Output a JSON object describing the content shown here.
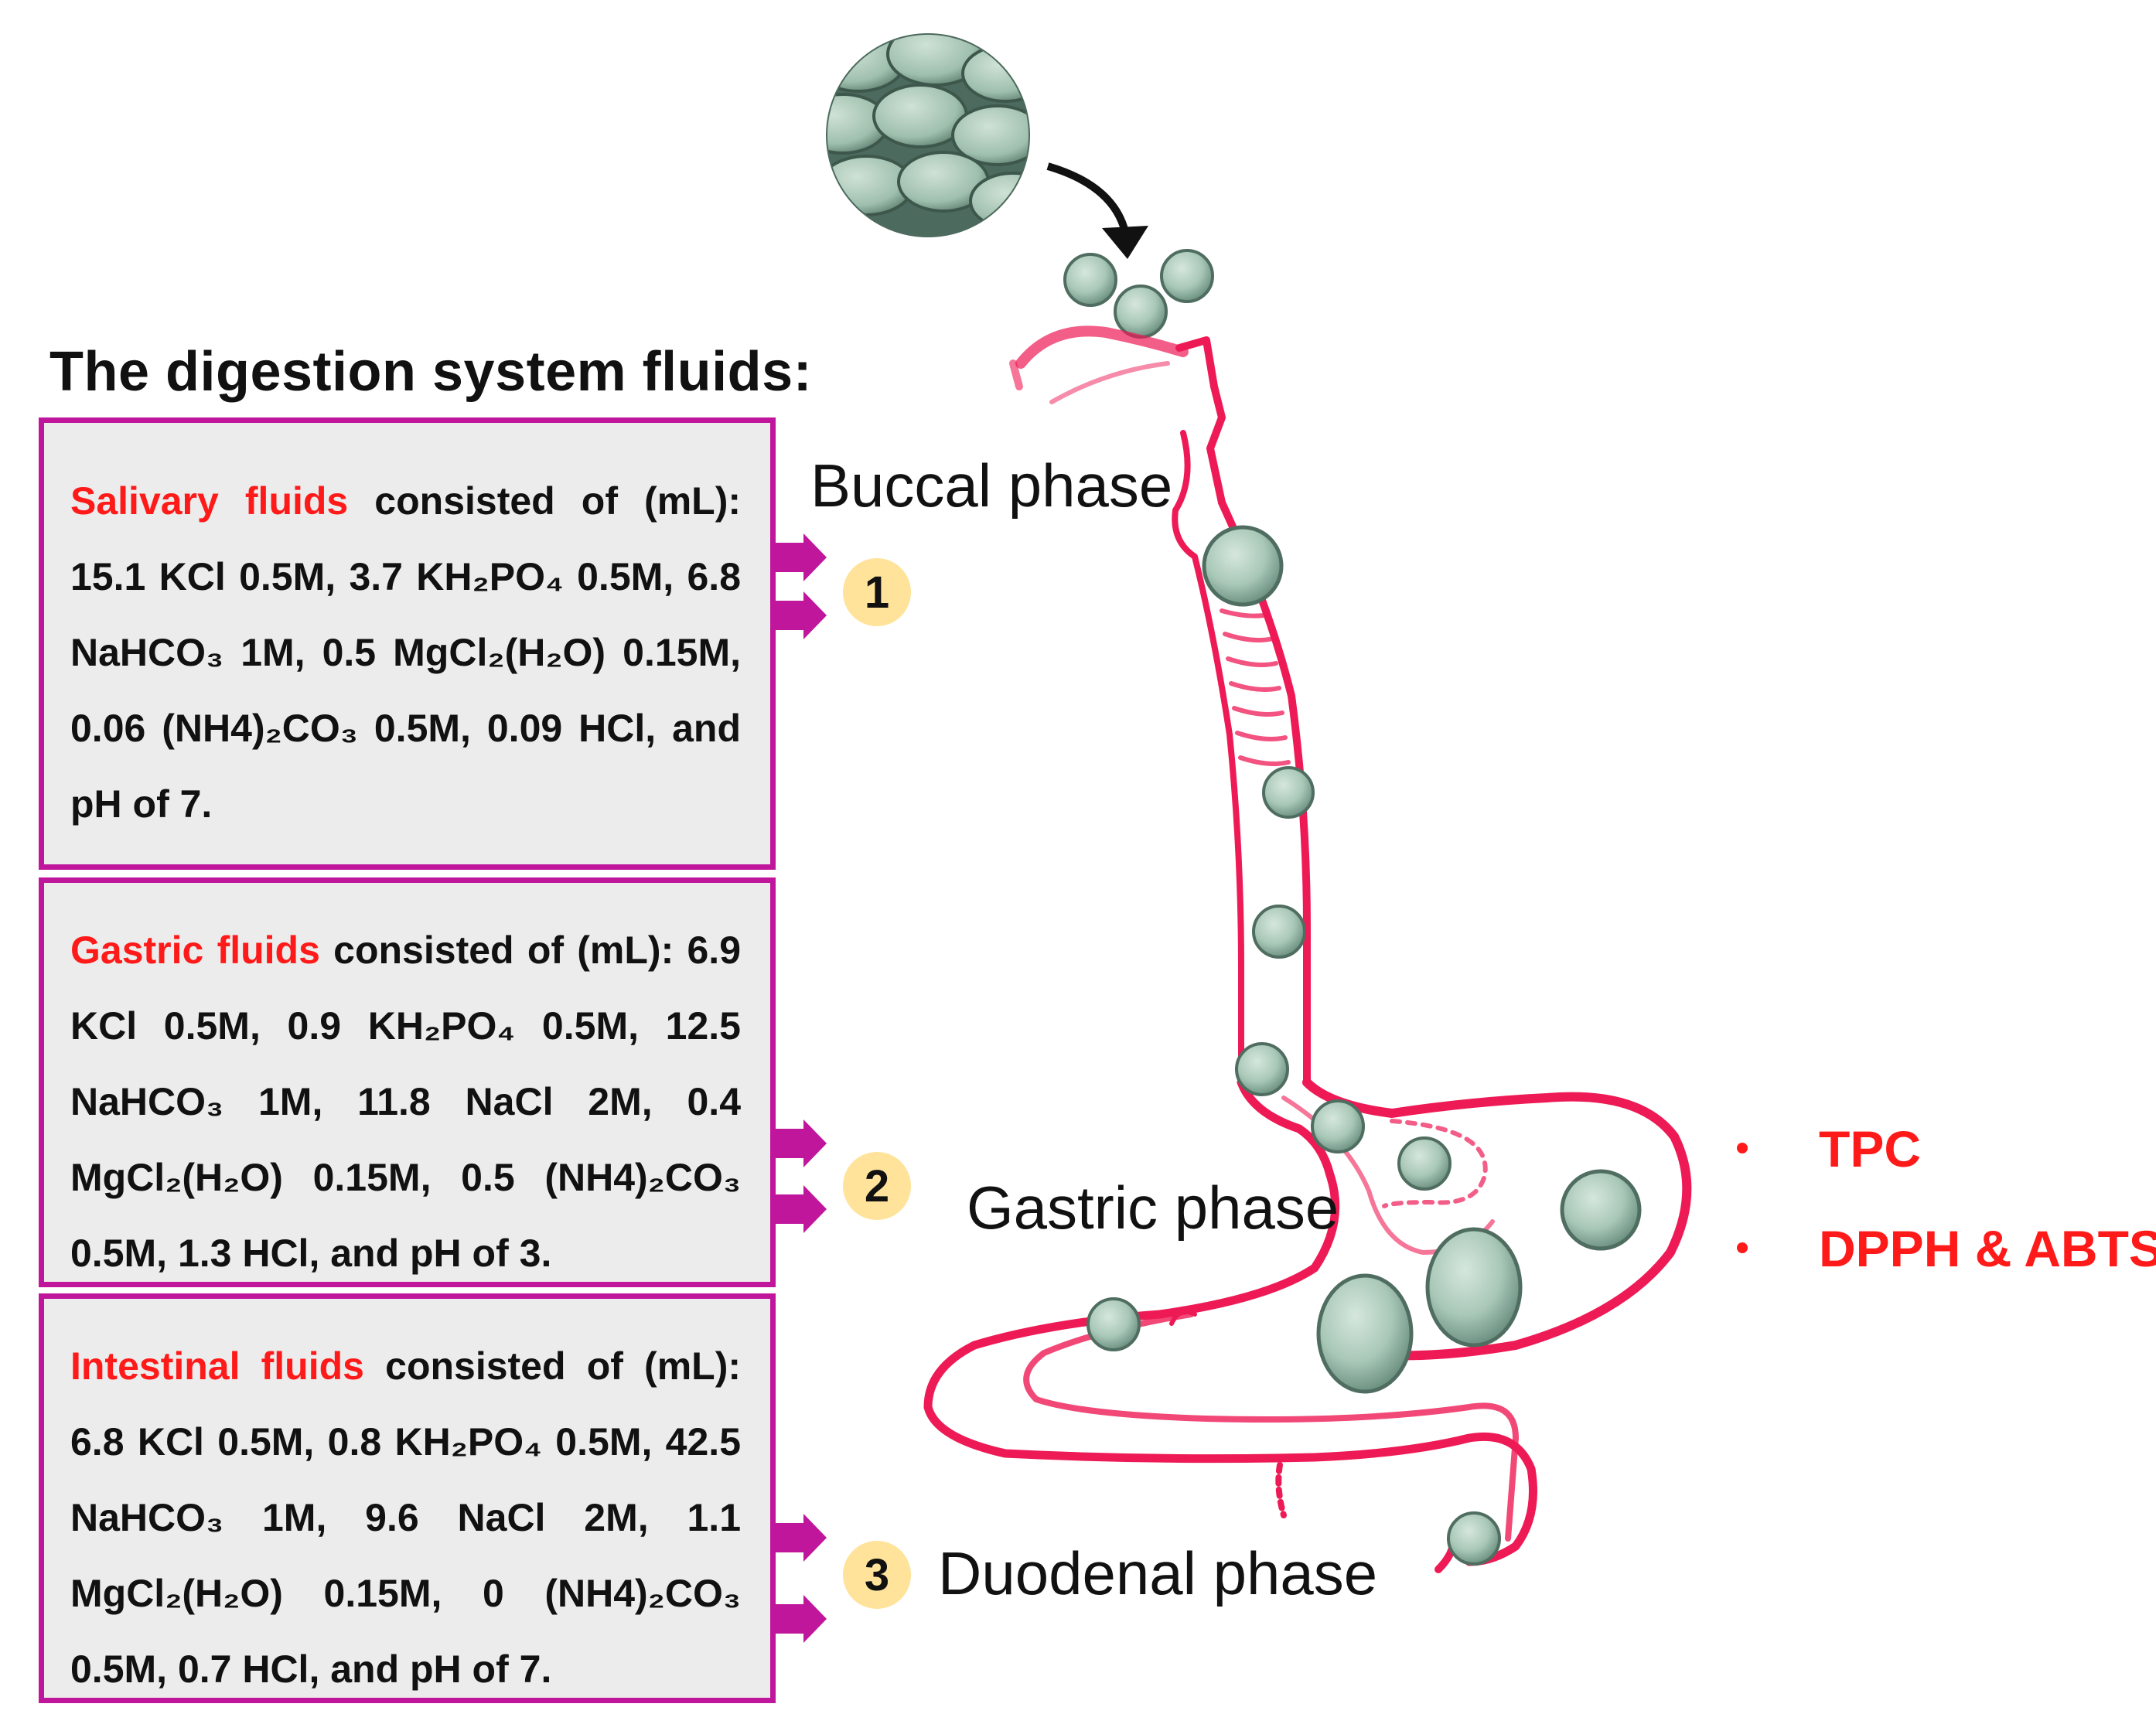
{
  "title": "The digestion system fluids:",
  "boxes": [
    {
      "highlight": "Salivary fluids",
      "body": " consisted of (mL): 15.1 KCl 0.5M, 3.7 KH₂PO₄ 0.5M, 6.8 NaHCO₃ 1M, 0.5 MgCl₂(H₂O) 0.15M, 0.06 (NH4)₂CO₃ 0.5M, 0.09 HCl, and pH of 7."
    },
    {
      "highlight": "Gastric fluids",
      "body": " consisted of (mL): 6.9 KCl 0.5M, 0.9 KH₂PO₄ 0.5M, 12.5 NaHCO₃ 1M, 11.8 NaCl 2M, 0.4 MgCl₂(H₂O) 0.15M, 0.5 (NH4)₂CO₃ 0.5M, 1.3 HCl, and pH of 3."
    },
    {
      "highlight": "Intestinal fluids",
      "body": " consisted of (mL): 6.8 KCl 0.5M, 0.8 KH₂PO₄ 0.5M, 42.5 NaHCO₃ 1M, 9.6 NaCl 2M, 1.1 MgCl₂(H₂O) 0.15M, 0 (NH4)₂CO₃ 0.5M, 0.7 HCl, and pH of 7."
    }
  ],
  "steps": [
    "1",
    "2",
    "3"
  ],
  "phases": {
    "buccal": "Buccal phase",
    "gastric": "Gastric phase",
    "duodenal": "Duodenal phase"
  },
  "assays": [
    "TPC",
    "DPPH & ABTS"
  ],
  "colors": {
    "box_border": "#c0169c",
    "box_fill": "#ececec",
    "highlight_text": "#ff1a1a",
    "tract": "#ee1a55",
    "bead": "#a9c8b8",
    "badge": "#ffe39a",
    "arrow": "#c0169c"
  }
}
